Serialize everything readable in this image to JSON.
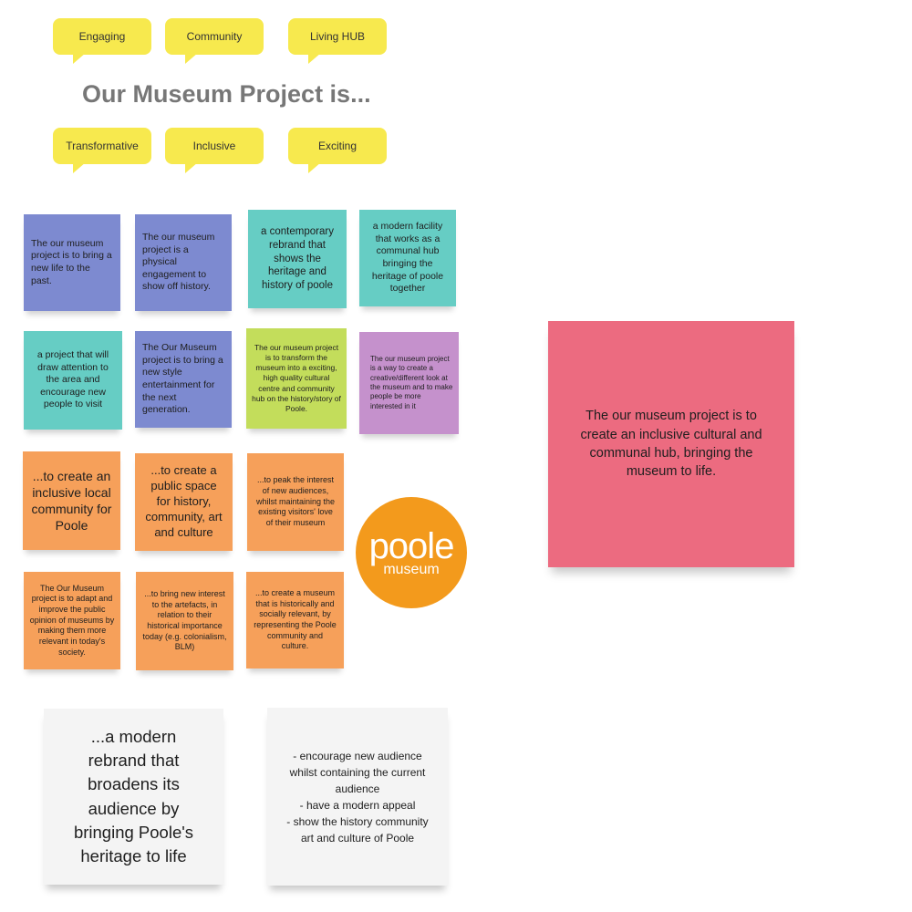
{
  "bubbles": {
    "engaging": "Engaging",
    "community": "Community",
    "living_hub": "Living HUB",
    "transformative": "Transformative",
    "inclusive": "Inclusive",
    "exciting": "Exciting"
  },
  "title": "Our Museum Project is...",
  "notes": {
    "n1": "The our museum project is to bring a new life to the past.",
    "n2": "The our museum project is a physical engagement to show off history.",
    "n3": "a contemporary rebrand that shows the heritage and history of poole",
    "n4": "a modern facility that works as a communal hub bringing the heritage of poole together",
    "n5": "a project that will draw attention to the area and encourage new people to visit",
    "n6": "The Our Museum project is to bring a new style entertainment for the next generation.",
    "n7": "The our museum project is to transform the museum into a exciting, high quality cultural centre and community hub on the history/story of Poole.",
    "n8": "The our museum project is a way to create a creative/different look at the museum and to make people be more interested in it",
    "n9": "...to create an inclusive local community for Poole",
    "n10": "...to create a public space for history, community, art and culture",
    "n11": "...to peak the interest of new audiences, whilst maintaining the existing visitors' love of their museum",
    "n12": "The Our Museum project is to adapt and improve the public opinion of museums by making them more relevant in today's society.",
    "n13": "...to bring new interest to the artefacts, in relation to their historical importance today (e.g. colonialism, BLM)",
    "n14": "...to create a museum that is historically and socially relevant, by representing the Poole community and culture.",
    "n15": "...a modern rebrand that broadens its audience by bringing Poole's heritage to life",
    "n16": "- encourage new audience whilst containing the current audience\n- have a modern appeal\n- show the history community art and culture of Poole",
    "pink": "The our museum project is to create an inclusive cultural and communal hub, bringing the museum to life."
  },
  "logo": {
    "line1": "poole",
    "line2": "museum"
  },
  "colors": {
    "bubble": "#f7e94e",
    "blue": "#7d8ad0",
    "teal": "#66cdc4",
    "lime": "#c3dd5b",
    "purple": "#c591cc",
    "orange": "#f6a05a",
    "white": "#f4f4f4",
    "pink": "#ec6b80",
    "logo": "#f39a1c"
  }
}
